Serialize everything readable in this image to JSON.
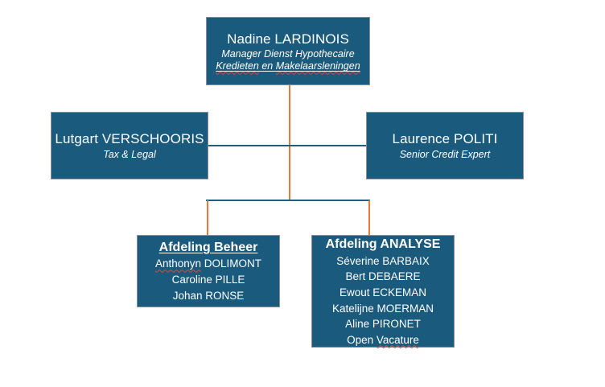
{
  "diagram": {
    "type": "organizational-chart",
    "background_color": "#ffffff",
    "box_fill_color": "#1A5A7D",
    "box_border_color": "#8a8f95",
    "text_color": "#ffffff",
    "connector_vertical_color": "#E8793A",
    "connector_horizontal_color": "#1F5F7E",
    "spellcheck_underline_color": "#d94a3d"
  },
  "nodes": {
    "top": {
      "name": "Nadine LARDINOIS",
      "role_line1": "Manager Dienst Hypothecaire",
      "role_line2_part1": "Kredieten",
      "role_line2_part2": " en ",
      "role_line2_part3": "Makelaarsleningen"
    },
    "left": {
      "name": "Lutgart VERSCHOORIS",
      "role": "Tax & Legal"
    },
    "right": {
      "name": "Laurence POLITI",
      "role": "Senior Credit Expert"
    },
    "dept_beheer": {
      "title": "Afdeling Beheer",
      "members": [
        {
          "spelled": "Anthonyn",
          "rest": " DOLIMONT"
        },
        {
          "spelled": "",
          "rest": "Caroline PILLE"
        },
        {
          "spelled": "",
          "rest": "Johan RONSE"
        }
      ]
    },
    "dept_analyse": {
      "title": "Afdeling ANALYSE",
      "members": [
        {
          "spelled": "",
          "rest": "Séverine BARBAIX"
        },
        {
          "spelled": "",
          "rest": "Bert DEBAERE"
        },
        {
          "spelled": "",
          "rest": "Ewout ECKEMAN"
        },
        {
          "spelled": "",
          "rest": "Katelijne MOERMAN"
        },
        {
          "spelled": "",
          "rest": "Aline PIRONET"
        },
        {
          "spelled": "Vacature",
          "rest": "Open "
        }
      ]
    }
  }
}
